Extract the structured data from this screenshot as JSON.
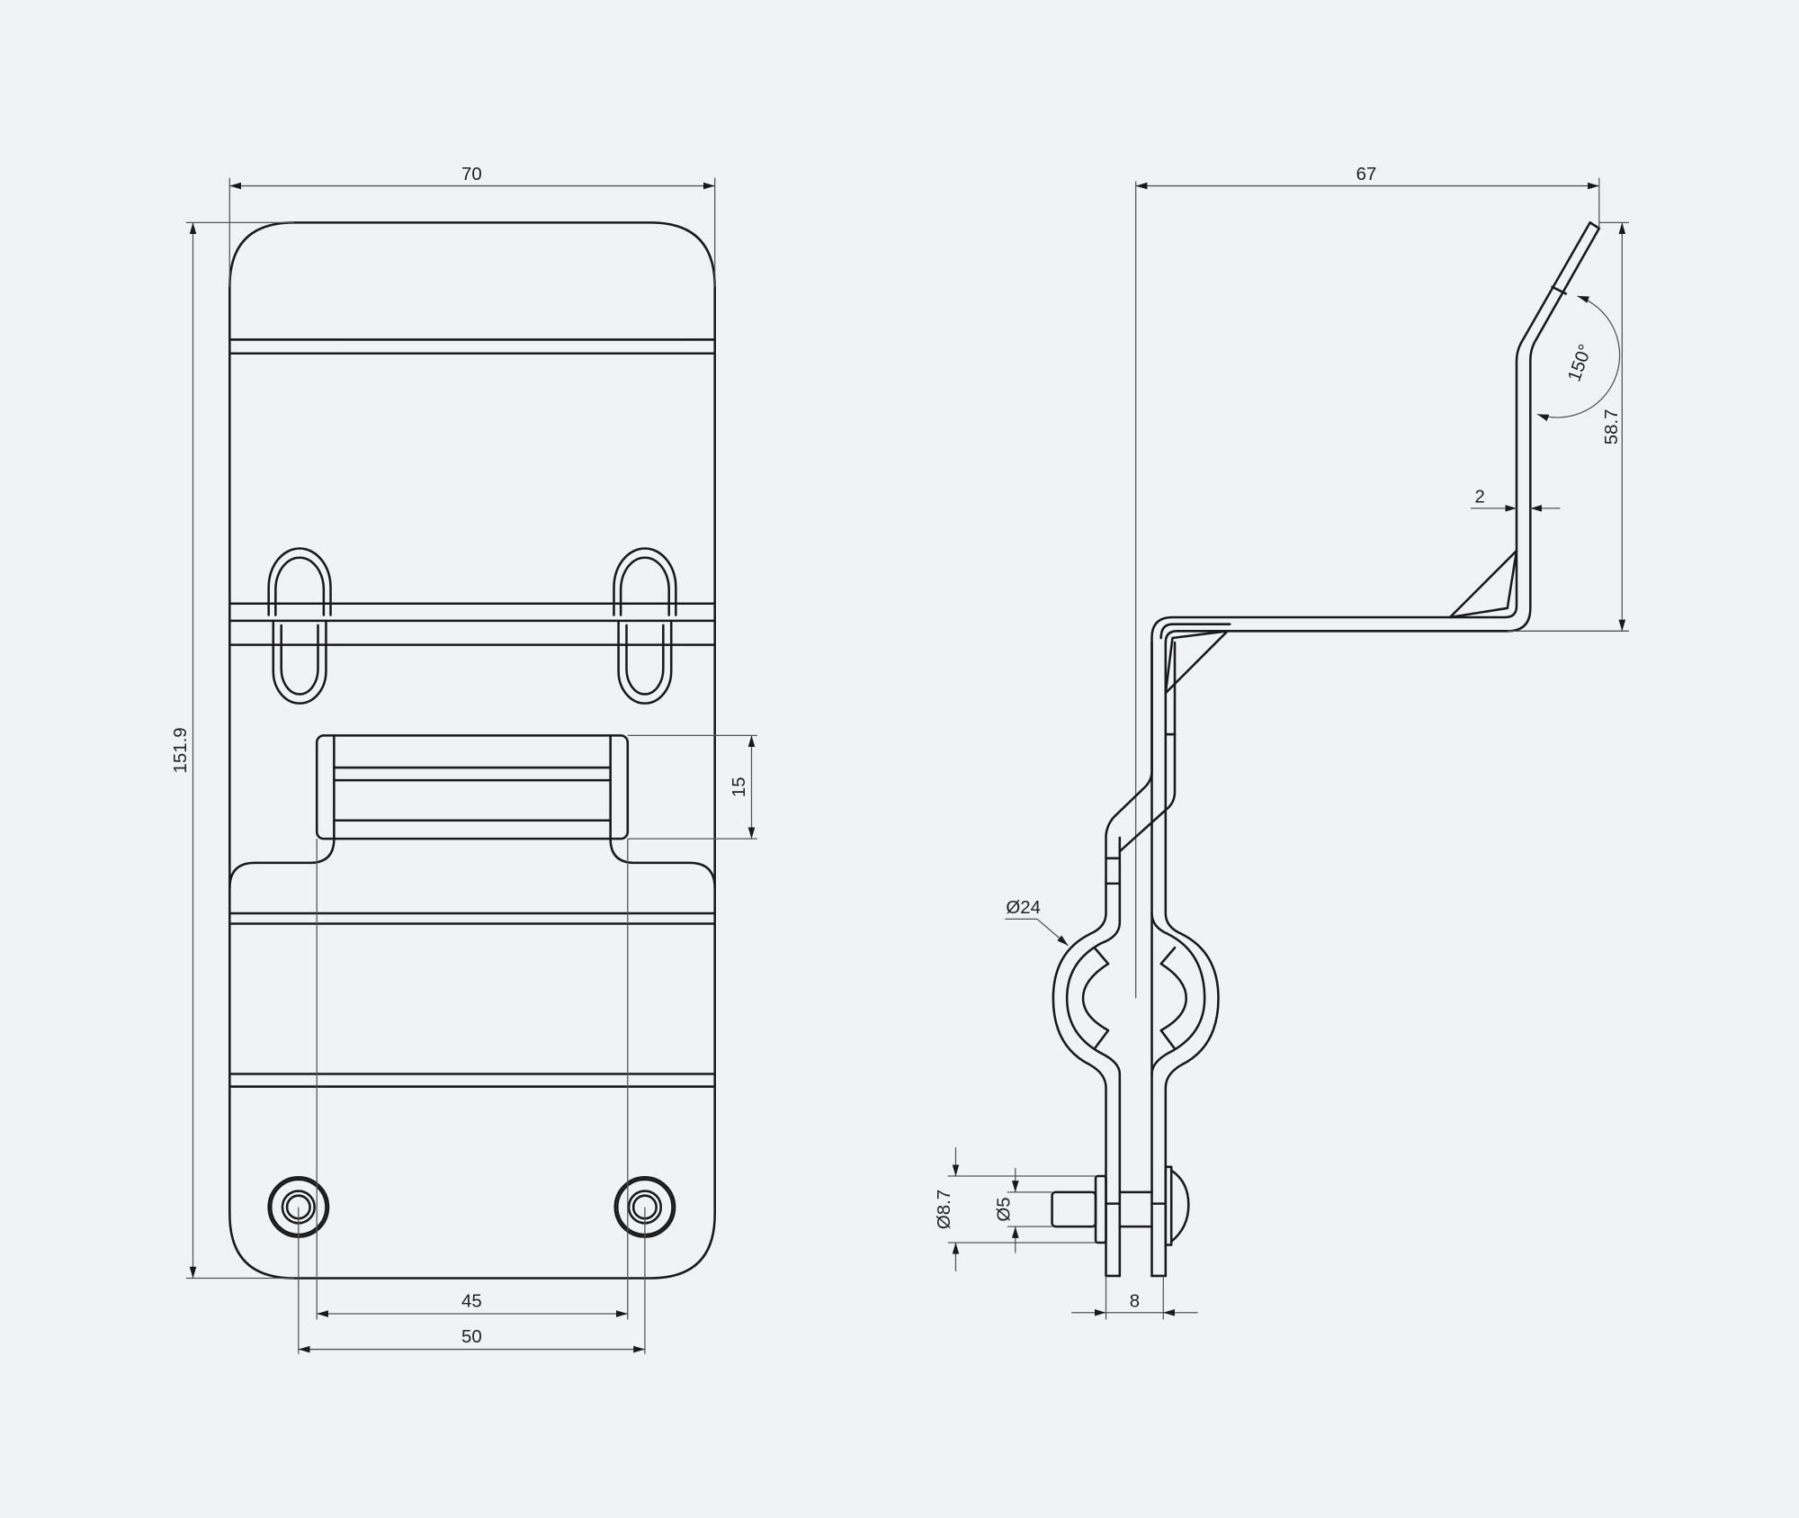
{
  "drawing": {
    "background_color": "#f1f2f4",
    "line_color": "#1a1a1a",
    "front_view": {
      "width_label": "70",
      "height_label": "151.9",
      "window_height_label": "15",
      "inner_hole_spacing_label": "45",
      "hole_spacing_label": "50"
    },
    "side_view": {
      "depth_label": "67",
      "upper_height_label": "58.7",
      "thickness_label": "2",
      "angle_label": "150°",
      "pipe_diameter_label": "Ø24",
      "washer_diameter_label": "Ø8.7",
      "bolt_diameter_label": "Ø5",
      "clamp_gap_label": "8"
    }
  }
}
